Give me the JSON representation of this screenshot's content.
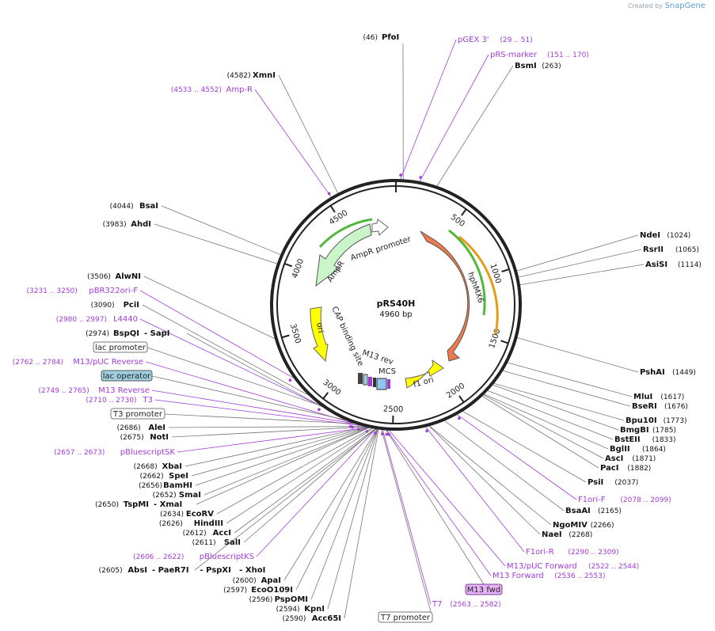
{
  "credit": {
    "prefix": "Created by",
    "brand": "SnapGene"
  },
  "plasmid": {
    "name": "pRS40H",
    "length_label": "4960 bp",
    "length": 4960
  },
  "colors": {
    "primer": "#a33bd9",
    "enzyme": "#111111",
    "backbone": "#222222",
    "ampr": "#c9f5c9",
    "hphmx6": "#f07a4a",
    "ori": "#ffff00",
    "f1ori": "#ffff00",
    "mcs": "#8fc6f0",
    "lacop": "#9fd0e0"
  },
  "ticks": [
    "500",
    "1000",
    "1500",
    "2000",
    "2500",
    "3000",
    "3500",
    "4000",
    "4500"
  ],
  "enzymes_right": [
    {
      "name": "PfoI",
      "pos": "(46)"
    },
    {
      "name": "BsmI",
      "pos": "(263)"
    },
    {
      "name": "NdeI",
      "pos": "(1024)"
    },
    {
      "name": "RsrII",
      "pos": "(1065)"
    },
    {
      "name": "AsiSI",
      "pos": "(1114)"
    },
    {
      "name": "PshAI",
      "pos": "(1449)"
    },
    {
      "name": "MluI",
      "pos": "(1617)"
    },
    {
      "name": "BseRI",
      "pos": "(1676)"
    },
    {
      "name": "Bpu10I",
      "pos": "(1773)"
    },
    {
      "name": "BmgBI",
      "pos": "(1785)"
    },
    {
      "name": "BstEII",
      "pos": "(1833)"
    },
    {
      "name": "BglII",
      "pos": "(1864)"
    },
    {
      "name": "AscI",
      "pos": "(1871)"
    },
    {
      "name": "PacI",
      "pos": "(1882)"
    },
    {
      "name": "PsiI",
      "pos": "(2037)"
    },
    {
      "name": "BsaAI",
      "pos": "(2165)"
    },
    {
      "name": "NgoMIV",
      "pos": "(2266)"
    },
    {
      "name": "NaeI",
      "pos": "(2268)"
    }
  ],
  "enzymes_left": [
    {
      "name": "XmnI",
      "pos": "(4582)"
    },
    {
      "name": "BsaI",
      "pos": "(4044)"
    },
    {
      "name": "AhdI",
      "pos": "(3983)"
    },
    {
      "name": "AlwNI",
      "pos": "(3506)"
    },
    {
      "name": "PciI",
      "pos": "(3090)"
    },
    {
      "name": "BspQI",
      "pos": "(2974)",
      "alt": "- SapI"
    },
    {
      "name": "AleI",
      "pos": "(2686)"
    },
    {
      "name": "NotI",
      "pos": "(2675)"
    },
    {
      "name": "XbaI",
      "pos": "(2668)"
    },
    {
      "name": "SpeI",
      "pos": "(2662)"
    },
    {
      "name": "BamHI",
      "pos": "(2656)"
    },
    {
      "name": "SmaI",
      "pos": "(2652)"
    },
    {
      "name": "TspMI",
      "pos": "(2650)",
      "alt": "- XmaI"
    },
    {
      "name": "EcoRV",
      "pos": "(2634)"
    },
    {
      "name": "HindIII",
      "pos": "(2626)"
    },
    {
      "name": "AccI",
      "pos": "(2612)"
    },
    {
      "name": "SalI",
      "pos": "(2611)"
    },
    {
      "name": "AbsI",
      "pos": "(2605)",
      "alt": "- PaeR7I    - PspXI   - XhoI"
    },
    {
      "name": "ApaI",
      "pos": "(2600)"
    },
    {
      "name": "EcoO109I",
      "pos": "(2597)"
    },
    {
      "name": "PspOMI",
      "pos": "(2596)"
    },
    {
      "name": "KpnI",
      "pos": "(2594)"
    },
    {
      "name": "Acc65I",
      "pos": "(2590)"
    }
  ],
  "primers": [
    {
      "name": "pGEX 3'",
      "pos": "(29 .. 51)"
    },
    {
      "name": "pRS-marker",
      "pos": "(151 .. 170)"
    },
    {
      "name": "Amp-R",
      "pos": "(4533 .. 4552)"
    },
    {
      "name": "pBR322ori-F",
      "pos": "(3231 .. 3250)"
    },
    {
      "name": "L4440",
      "pos": "(2980 .. 2997)"
    },
    {
      "name": "M13/pUC Reverse",
      "pos": "(2762 .. 2784)"
    },
    {
      "name": "M13 Reverse",
      "pos": "(2749 .. 2765)"
    },
    {
      "name": "T3",
      "pos": "(2710 .. 2730)"
    },
    {
      "name": "pBluescriptSK",
      "pos": "(2657 .. 2673)"
    },
    {
      "name": "pBluescriptKS",
      "pos": "(2606 .. 2622)"
    },
    {
      "name": "F1ori-F",
      "pos": "(2078 .. 2099)"
    },
    {
      "name": "F1ori-R",
      "pos": "(2290 .. 2309)"
    },
    {
      "name": "M13/pUC Forward",
      "pos": "(2522 .. 2544)"
    },
    {
      "name": "M13 Forward",
      "pos": "(2536 .. 2553)"
    },
    {
      "name": "T7",
      "pos": "(2563 .. 2582)"
    }
  ],
  "boxed_features": {
    "lac_promoter": "lac promoter",
    "lac_operator": "lac operator",
    "t3_promoter": "T3 promoter",
    "m13_fwd": "M13 fwd",
    "t7_promoter": "T7 promoter"
  },
  "features": {
    "ampr_promoter": "AmpR promoter",
    "ampr": "AmpR",
    "hphmx6": "hphMX6",
    "ori": "ori",
    "cap": "CAP binding site",
    "m13rev": "M13 rev",
    "mcs": "MCS",
    "f1ori": "f1 ori"
  }
}
